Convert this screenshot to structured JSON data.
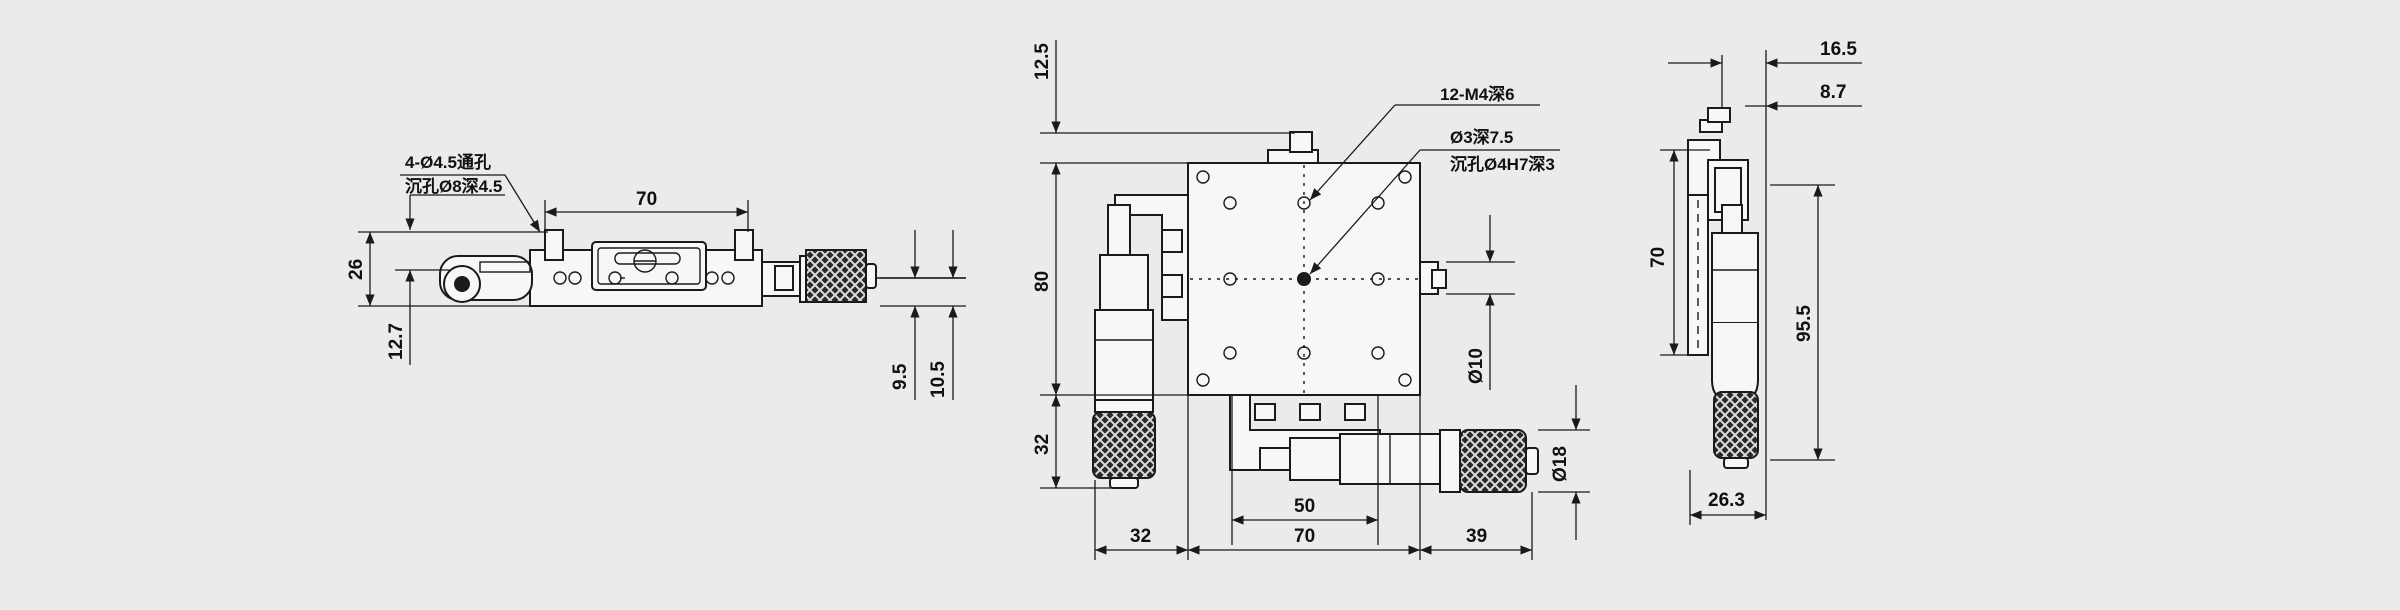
{
  "views": {
    "side": {
      "hole_note_line1": "4-Ø4.5通孔",
      "hole_note_line2": "沉孔Ø8深4.5",
      "dim_width": "70",
      "dim_height": "26",
      "dim_low": "12.7",
      "dim_a": "9.5",
      "dim_b": "10.5"
    },
    "top": {
      "dim_top": "12.5",
      "note_thread": "12-M4深6",
      "note_pin_line1": "Ø3深7.5",
      "note_pin_line2": "沉孔Ø4H7深3",
      "dim_height": "80",
      "dim_lower": "32",
      "dim_spindle": "Ø10",
      "dim_thimble": "Ø18",
      "dim_inner": "50",
      "dim_width": "70",
      "dim_left": "32",
      "dim_right": "39"
    },
    "end": {
      "dim_a": "16.5",
      "dim_b": "8.7",
      "dim_height": "70",
      "dim_total": "95.5",
      "dim_width": "26.3"
    }
  }
}
